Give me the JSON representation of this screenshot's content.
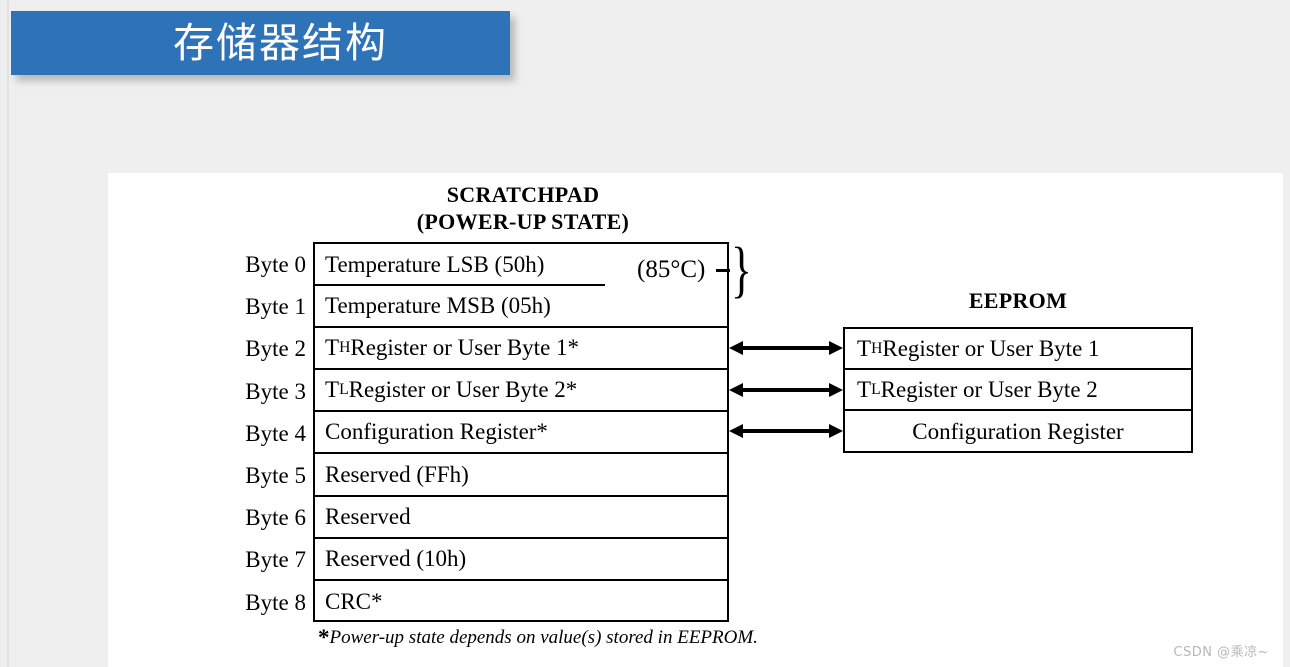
{
  "slide": {
    "title": "存储器结构",
    "background_color": "#efefef",
    "title_bar_color": "#2e73b8",
    "title_text_color": "#ffffff"
  },
  "figure": {
    "scratchpad": {
      "heading_line1": "SCRATCHPAD",
      "heading_line2": "(POWER-UP STATE)",
      "byte_labels": [
        "Byte 0",
        "Byte 1",
        "Byte 2",
        "Byte 3",
        "Byte 4",
        "Byte 5",
        "Byte 6",
        "Byte 7",
        "Byte 8"
      ],
      "rows": [
        {
          "byte": "Byte 0",
          "text": "Temperature LSB (50h)"
        },
        {
          "byte": "Byte 1",
          "text": "Temperature MSB (05h)"
        },
        {
          "byte": "Byte 2",
          "text_prefix": "T",
          "text_sub": "H",
          "text_suffix": " Register or User Byte 1*"
        },
        {
          "byte": "Byte 3",
          "text_prefix": "T",
          "text_sub": "L",
          "text_suffix": " Register or User Byte 2*"
        },
        {
          "byte": "Byte 4",
          "text": "Configuration Register*"
        },
        {
          "byte": "Byte 5",
          "text": "Reserved (FFh)"
        },
        {
          "byte": "Byte 6",
          "text": "Reserved"
        },
        {
          "byte": "Byte 7",
          "text": "Reserved (10h)"
        },
        {
          "byte": "Byte 8",
          "text": "CRC*"
        }
      ],
      "temperature_annotation": "(85°C)",
      "footnote_marker": "*",
      "footnote_text": "Power-up state depends on value(s) stored in EEPROM."
    },
    "eeprom": {
      "heading": "EEPROM",
      "rows": [
        {
          "text_prefix": "T",
          "text_sub": "H",
          "text_suffix": " Register or User Byte 1"
        },
        {
          "text_prefix": "T",
          "text_sub": "L",
          "text_suffix": " Register or User Byte 2"
        },
        {
          "text": "Configuration Register"
        }
      ]
    },
    "links": [
      {
        "label": "TH register link",
        "direction": "bidirectional"
      },
      {
        "label": "TL register link",
        "direction": "bidirectional"
      },
      {
        "label": "Configuration register link",
        "direction": "bidirectional"
      }
    ]
  },
  "watermark": {
    "text": "CSDN @乘凉~"
  }
}
